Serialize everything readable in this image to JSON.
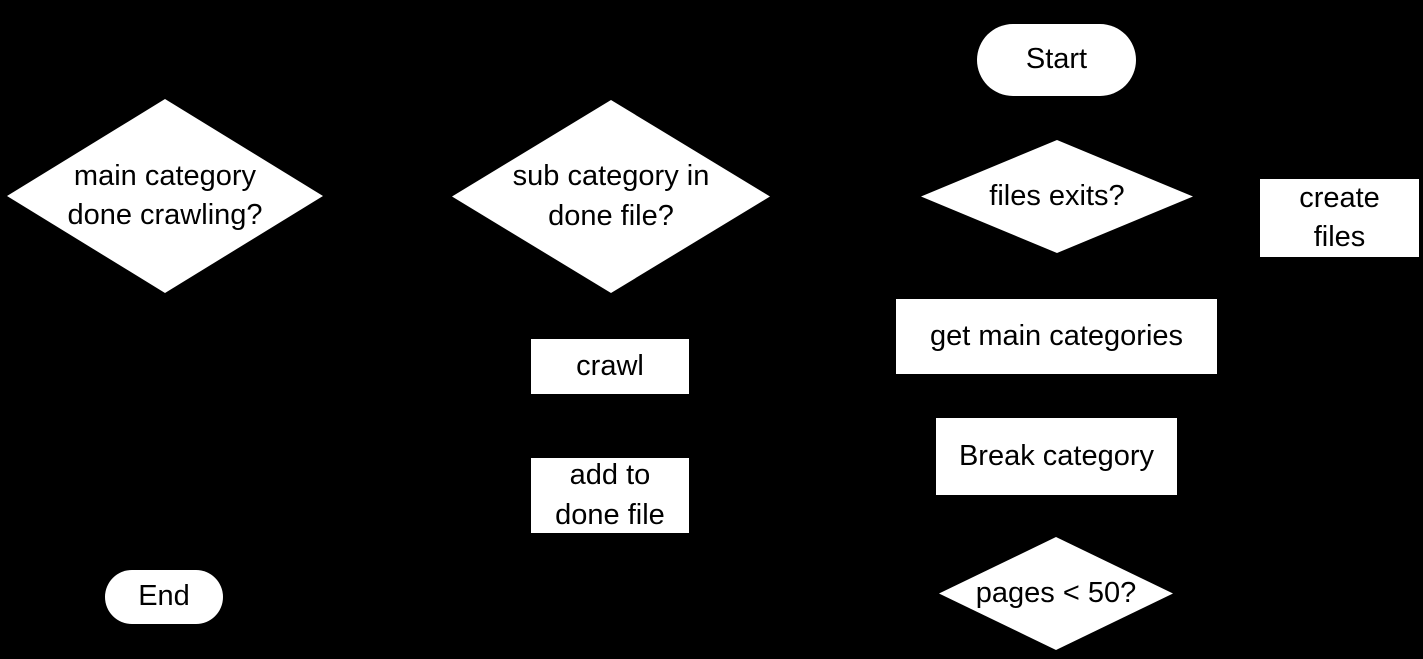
{
  "flowchart": {
    "background_color": "#000000",
    "node_fill_color": "#ffffff",
    "node_text_color": "#000000",
    "nodes": [
      {
        "id": "start",
        "type": "terminator",
        "label": "Start"
      },
      {
        "id": "files-exits-decision",
        "type": "decision",
        "label": "files exits?"
      },
      {
        "id": "create-files",
        "type": "process",
        "label": "create\nfiles"
      },
      {
        "id": "get-main-categories",
        "type": "process",
        "label": "get main categories"
      },
      {
        "id": "break-category",
        "type": "process",
        "label": "Break category"
      },
      {
        "id": "pages-lt-50-decision",
        "type": "decision",
        "label": "pages < 50?"
      },
      {
        "id": "sub-category-decision",
        "type": "decision",
        "label": "sub category in\ndone file?"
      },
      {
        "id": "crawl",
        "type": "process",
        "label": "crawl"
      },
      {
        "id": "add-to-done-file",
        "type": "process",
        "label": "add to\ndone file"
      },
      {
        "id": "main-category-decision",
        "type": "decision",
        "label": "main category\ndone crawling?"
      },
      {
        "id": "end",
        "type": "terminator",
        "label": "End"
      }
    ]
  }
}
